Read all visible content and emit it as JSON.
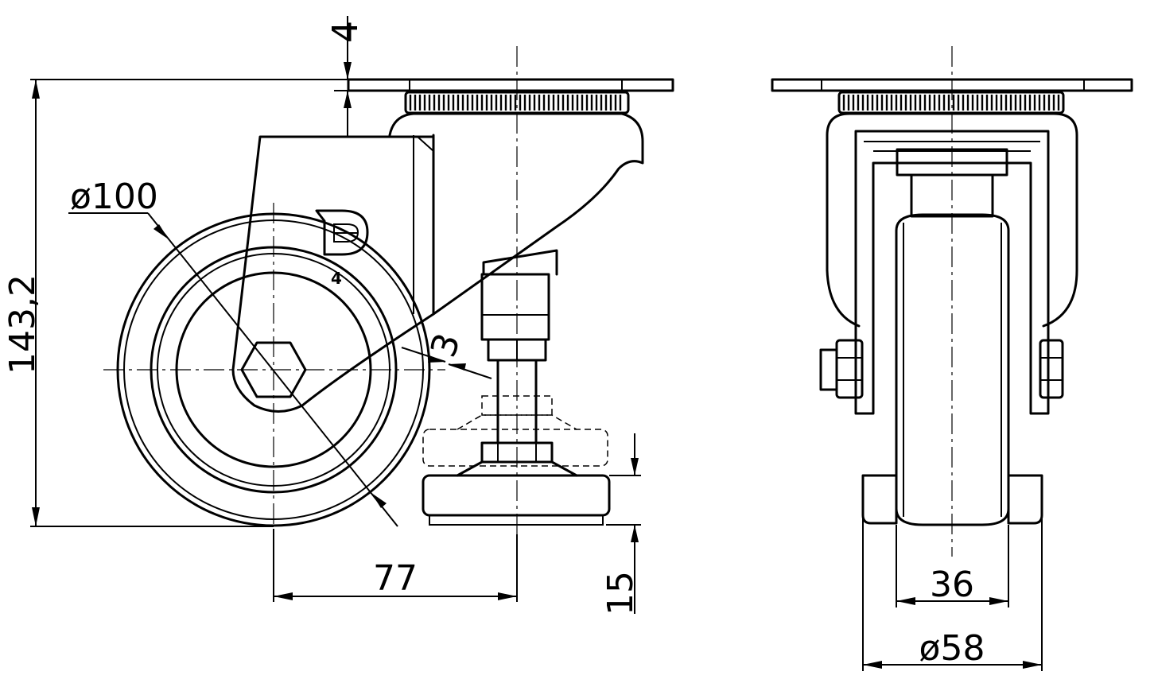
{
  "dimensions": {
    "plate_thickness": "4",
    "total_height": "143,2",
    "wheel_diameter": "ø100",
    "offset": "77",
    "swivel_clearance": "3",
    "foot_height": "15",
    "wheel_width": "36",
    "hub_diameter": "ø58"
  },
  "logo": {
    "number": "4"
  }
}
